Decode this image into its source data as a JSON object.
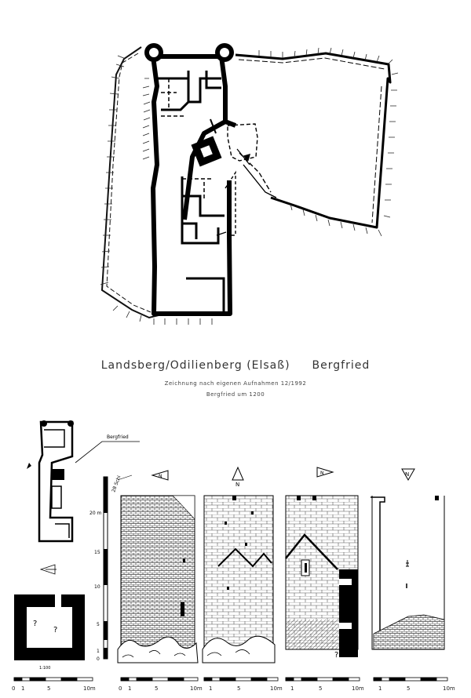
{
  "title": {
    "castle": "Landsberg/Odilienberg (Elsaß)",
    "keep": "Bergfried"
  },
  "subtitle": "Zeichnung nach eigenen Aufnahmen 12/1992",
  "date_line": "Bergfried um 1200",
  "locator_label": "Bergfried",
  "vertical_label": "28 Schi",
  "vertical_scale_ticks": [
    "20 m",
    "15",
    "10",
    "5",
    "1",
    "0"
  ],
  "elevation_directions": [
    "N",
    "N",
    "N",
    "N"
  ],
  "question_marks": [
    "?",
    "?",
    "?"
  ],
  "scale_bars": [
    {
      "labels": [
        "0",
        "1",
        "5",
        "10m"
      ]
    },
    {
      "labels": [
        "0",
        "1",
        "5",
        "10m"
      ]
    },
    {
      "labels": [
        "1",
        "5",
        "10m"
      ]
    },
    {
      "labels": [
        "1",
        "5",
        "10m"
      ]
    },
    {
      "labels": [
        "1",
        "5",
        "10m"
      ]
    }
  ],
  "plan_scale_label": "1:100"
}
